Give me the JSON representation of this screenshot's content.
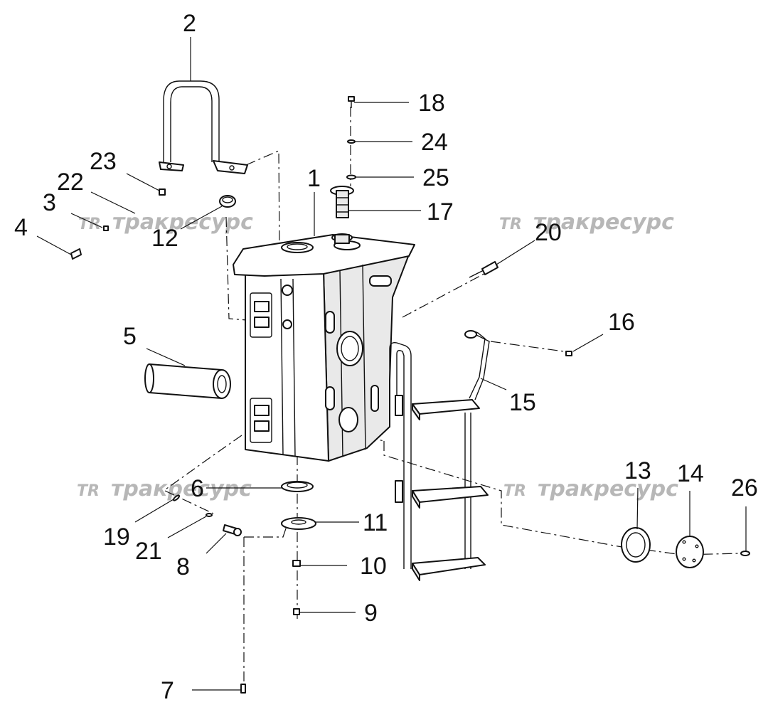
{
  "watermarks": [
    {
      "logo": "TR",
      "text": "тракресурс"
    },
    {
      "logo": "TR",
      "text": "тракресурс"
    },
    {
      "logo": "TR",
      "text": "тракресурс"
    },
    {
      "logo": "TR",
      "text": "тракресурс"
    }
  ],
  "callouts": [
    {
      "id": "1",
      "label": "1",
      "part": "fuel tank"
    },
    {
      "id": "2",
      "label": "2",
      "part": "handrail"
    },
    {
      "id": "3",
      "label": "3",
      "part": "washer"
    },
    {
      "id": "4",
      "label": "4",
      "part": "bolt"
    },
    {
      "id": "5",
      "label": "5",
      "part": "tube"
    },
    {
      "id": "6",
      "label": "6",
      "part": "gasket"
    },
    {
      "id": "7",
      "label": "7",
      "part": "bolt"
    },
    {
      "id": "8",
      "label": "8",
      "part": "bolt"
    },
    {
      "id": "9",
      "label": "9",
      "part": "plug"
    },
    {
      "id": "10",
      "label": "10",
      "part": "nut"
    },
    {
      "id": "11",
      "label": "11",
      "part": "flange"
    },
    {
      "id": "12",
      "label": "12",
      "part": "cap"
    },
    {
      "id": "13",
      "label": "13",
      "part": "ring"
    },
    {
      "id": "14",
      "label": "14",
      "part": "cover"
    },
    {
      "id": "15",
      "label": "15",
      "part": "handrail"
    },
    {
      "id": "16",
      "label": "16",
      "part": "bolt"
    },
    {
      "id": "17",
      "label": "17",
      "part": "filler neck"
    },
    {
      "id": "18",
      "label": "18",
      "part": "screw"
    },
    {
      "id": "19",
      "label": "19",
      "part": "washer"
    },
    {
      "id": "20",
      "label": "20",
      "part": "bolt"
    },
    {
      "id": "21",
      "label": "21",
      "part": "washer"
    },
    {
      "id": "22",
      "label": "22",
      "part": "washer"
    },
    {
      "id": "23",
      "label": "23",
      "part": "nut"
    },
    {
      "id": "24",
      "label": "24",
      "part": "washer"
    },
    {
      "id": "25",
      "label": "25",
      "part": "washer"
    },
    {
      "id": "26",
      "label": "26",
      "part": "screw"
    }
  ]
}
